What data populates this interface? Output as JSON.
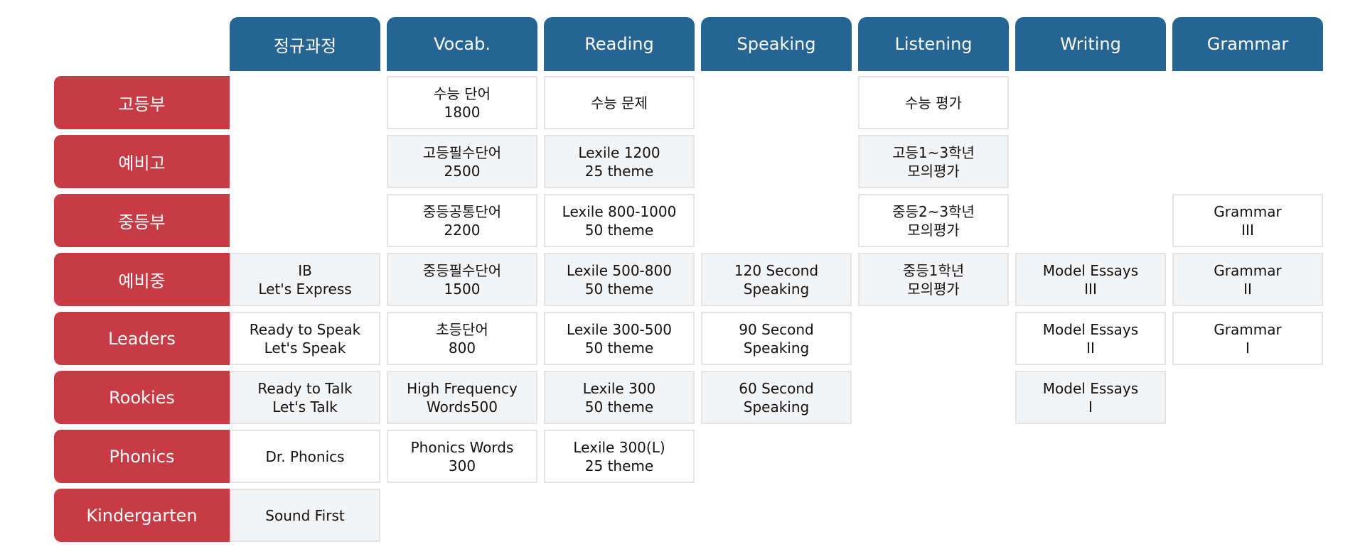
{
  "columns": [
    "정규과정",
    "Vocab.",
    "Reading",
    "Speaking",
    "Listening",
    "Writing",
    "Grammar"
  ],
  "rows": [
    {
      "label": "고등부",
      "cells": [
        "",
        "수능 단어\n1800",
        "수능 문제",
        "",
        "수능 평가",
        "",
        ""
      ]
    },
    {
      "label": "예비고",
      "cells": [
        "",
        "고등필수단어\n2500",
        "Lexile 1200\n25 theme",
        "",
        "고등1~3학년\n모의평가",
        "",
        ""
      ]
    },
    {
      "label": "중등부",
      "cells": [
        "",
        "중등공통단어\n2200",
        "Lexile 800-1000\n50 theme",
        "",
        "중등2~3학년\n모의평가",
        "",
        "Grammar\nIII"
      ]
    },
    {
      "label": "예비중",
      "cells": [
        "IB\nLet's Express",
        "중등필수단어\n1500",
        "Lexile 500-800\n50 theme",
        "120 Second\nSpeaking",
        "중등1학년\n모의평가",
        "Model Essays\nIII",
        "Grammar\nII"
      ]
    },
    {
      "label": "Leaders",
      "cells": [
        "Ready to Speak\nLet's Speak",
        "초등단어\n800",
        "Lexile 300-500\n50 theme",
        "90 Second\nSpeaking",
        "",
        "Model Essays\nII",
        "Grammar\nI"
      ]
    },
    {
      "label": "Rookies",
      "cells": [
        "Ready to Talk\nLet's Talk",
        "High Frequency\nWords500",
        "Lexile 300\n50 theme",
        "60 Second\nSpeaking",
        "",
        "Model Essays\nI",
        ""
      ]
    },
    {
      "label": "Phonics",
      "cells": [
        "Dr. Phonics",
        "Phonics Words\n300",
        "Lexile 300(L)\n25 theme",
        "",
        "",
        "",
        ""
      ]
    },
    {
      "label": "Kindergarten",
      "cells": [
        "Sound First",
        "",
        "",
        "",
        "",
        "",
        ""
      ]
    }
  ],
  "colors": {
    "header_blue": "#256493",
    "row_red": "#c73c44",
    "alt_row_gray": "#f3f4f6",
    "cell_border": "#e3e3e3"
  }
}
